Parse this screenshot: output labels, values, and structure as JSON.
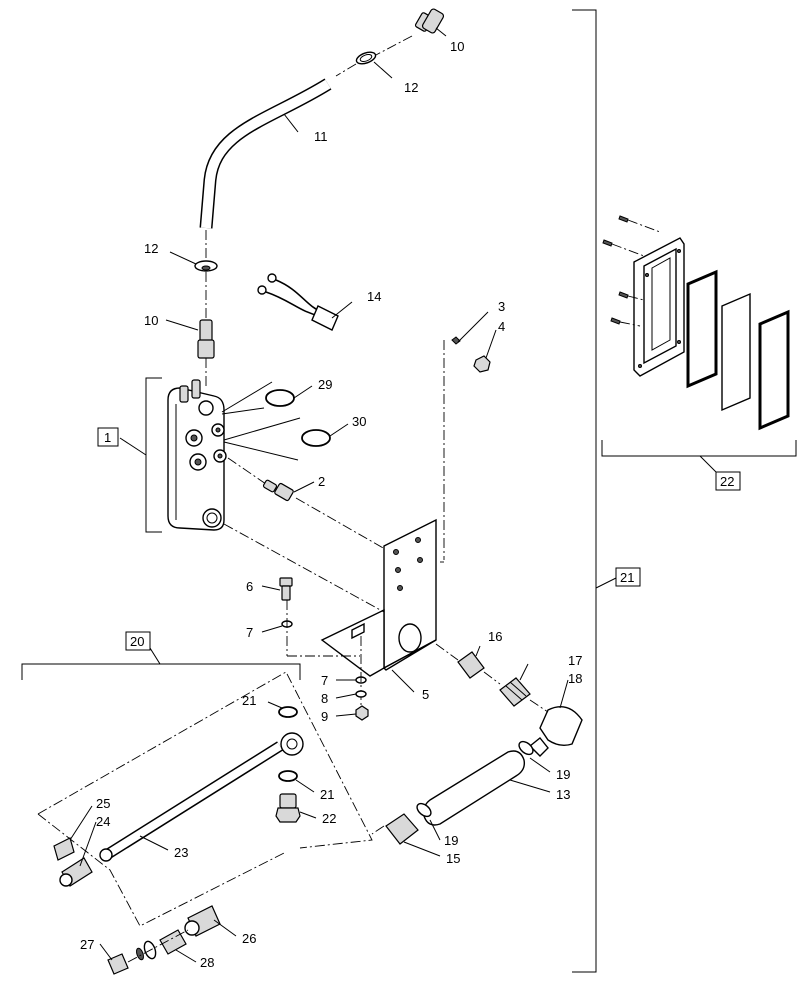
{
  "callouts": {
    "c1": "1",
    "c2": "2",
    "c3": "3",
    "c4": "4",
    "c5": "5",
    "c6": "6",
    "c7a": "7",
    "c7b": "7",
    "c8": "8",
    "c9": "9",
    "c10a": "10",
    "c10b": "10",
    "c11": "11",
    "c12a": "12",
    "c12b": "12",
    "c13": "13",
    "c14": "14",
    "c15": "15",
    "c16": "16",
    "c17": "17",
    "c18": "18",
    "c19a": "19",
    "c19b": "19",
    "c20": "20",
    "c21a": "21",
    "c21b": "21",
    "c21c": "21",
    "c22a": "22",
    "c22b": "22",
    "c23": "23",
    "c24": "24",
    "c25": "25",
    "c26": "26",
    "c27": "27",
    "c28": "28",
    "c29": "29",
    "c30": "30"
  }
}
